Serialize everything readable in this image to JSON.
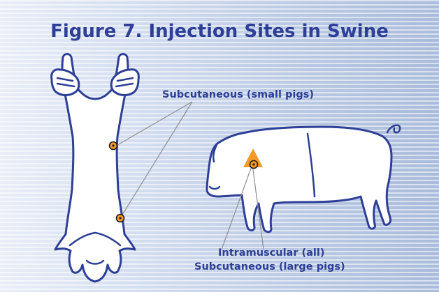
{
  "figure": {
    "title": "Figure 7. Injection Sites in Swine"
  },
  "labels": {
    "subcutaneous_small": "Subcutaneous (small pigs)",
    "intramuscular_all": "Intramuscular (all)",
    "subcutaneous_large": "Subcutaneous (large pigs)"
  },
  "colors": {
    "title_text": "#2d3f96",
    "outline": "#2d3f96",
    "site_marker": "#f39a2a",
    "im_zone": "#f39a2a",
    "leader_line": "#8f8f8f"
  },
  "icons": {
    "held_pig": "pig-held-upside-down-icon",
    "standing_pig": "standing-pig-icon",
    "site_marker": "injection-site-marker-icon"
  }
}
